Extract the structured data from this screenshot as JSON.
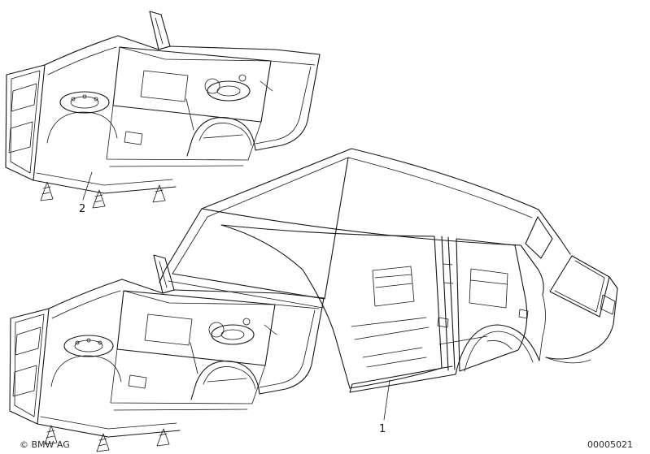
{
  "colors": {
    "background": "#ffffff",
    "line": "#161616",
    "text": "#1b1b1b"
  },
  "callouts": [
    {
      "label": "1"
    },
    {
      "label": "2"
    }
  ],
  "footer": {
    "copyright": "© BMW AG",
    "drawing_number": "00005021"
  }
}
